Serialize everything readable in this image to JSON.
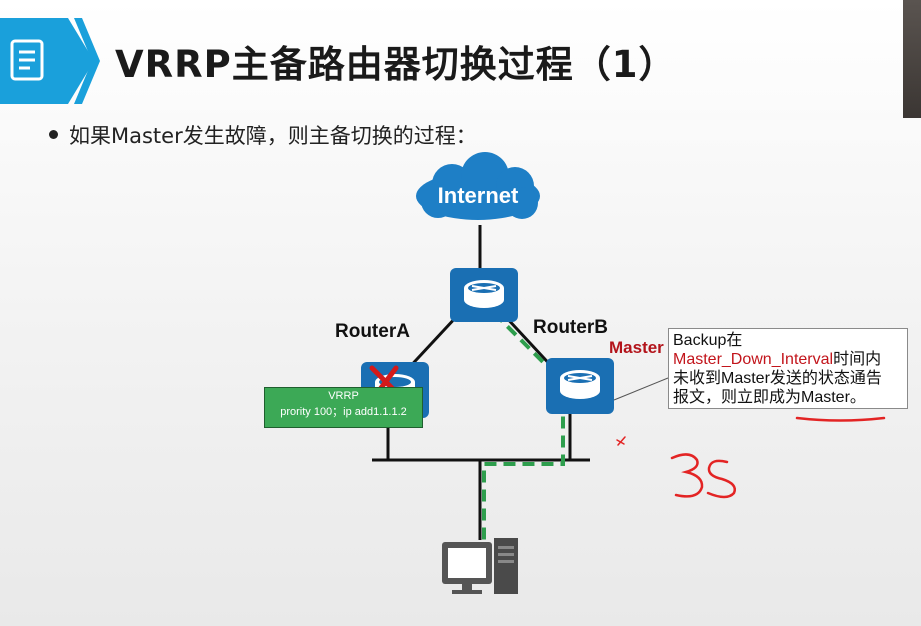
{
  "slide": {
    "title": "VRRP主备路由器切换过程（1）",
    "bullet": "如果Master发生故障，则主备切换的过程："
  },
  "diagram": {
    "cloud_label": "Internet",
    "router_a_label": "RouterA",
    "router_b_label": "RouterB",
    "master_label": "Master",
    "vrrp_box": {
      "title": "VRRP",
      "detail": "prority 100；ip add1.1.1.2"
    },
    "note": {
      "line1": "Backup在",
      "interval_term": "Master_Down_Interval",
      "line2_suffix": "时间内",
      "line3": "未收到Master发送的状态通告",
      "line4": "报文，则立即成为Master。"
    },
    "handwritten_annotation": "3s"
  },
  "colors": {
    "accent_blue": "#1aa0db",
    "router_blue": "#1a6fb3",
    "failover_path_green": "#2e9e4d",
    "vrrp_box_green": "#3ca956",
    "highlight_red": "#c2141b"
  },
  "icons": [
    "document-icon",
    "cloud-icon",
    "router-icon",
    "failure-x-icon",
    "pc-icon"
  ]
}
